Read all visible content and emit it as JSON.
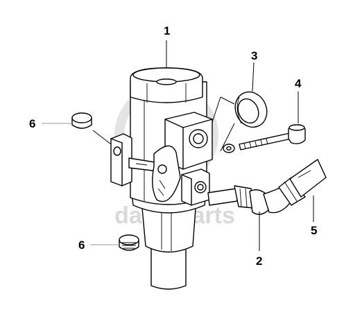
{
  "watermark": {
    "text": "dapa-parts"
  },
  "callouts": [
    {
      "id": "part-1",
      "label": "1"
    },
    {
      "id": "part-2",
      "label": "2"
    },
    {
      "id": "part-3",
      "label": "3"
    },
    {
      "id": "part-4",
      "label": "4"
    },
    {
      "id": "part-5",
      "label": "5"
    },
    {
      "id": "part-6-upper",
      "label": "6"
    },
    {
      "id": "part-6-lower",
      "label": "6"
    }
  ]
}
